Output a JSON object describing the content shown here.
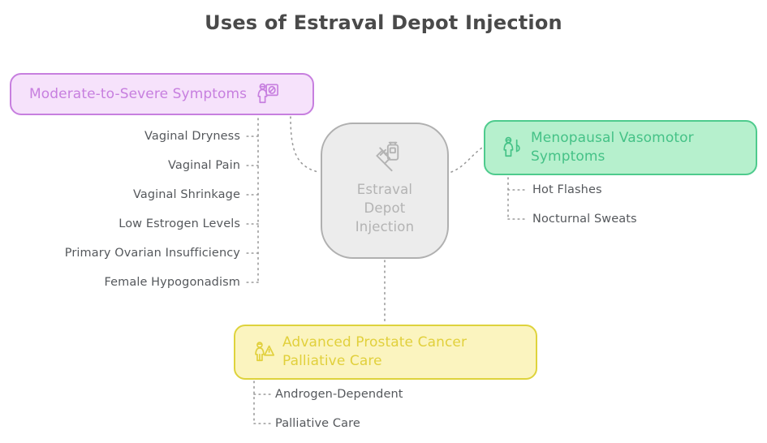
{
  "page": {
    "title": "Uses of Estraval Depot Injection",
    "background": "#ffffff"
  },
  "center": {
    "name": "Estraval Depot Injection",
    "line1": "Estraval",
    "line2": "Depot",
    "line3": "Injection",
    "icon": "syringe-vial-icon",
    "fill": "#ececec",
    "border": "#b0b0b0",
    "text_color": "#b3b3b3"
  },
  "branches": [
    {
      "id": "moderate-to-severe-symptoms",
      "label": "Moderate-to-Severe Symptoms",
      "icon": "person-screen-icon",
      "fill": "#f6e2fb",
      "border": "#c77fdf",
      "text_color": "#c77fdf",
      "items": [
        "Vaginal Dryness",
        "Vaginal Pain",
        "Vaginal Shrinkage",
        "Low Estrogen Levels",
        "Primary Ovarian Insufficiency",
        "Female Hypogonadism"
      ]
    },
    {
      "id": "menopausal-vasomotor-symptoms",
      "label": "Menopausal Vasomotor Symptoms",
      "icon": "person-thermometer-icon",
      "fill": "#b6f0cd",
      "border": "#4ecb8d",
      "text_color": "#45c287",
      "items": [
        "Hot Flashes",
        "Nocturnal Sweats"
      ]
    },
    {
      "id": "advanced-prostate-cancer-palliative-care",
      "label": "Advanced Prostate Cancer Palliative Care",
      "icon": "person-caution-icon",
      "fill": "#fbf4bf",
      "border": "#ded33c",
      "text_color": "#e1d03c",
      "items": [
        "Androgen-Dependent",
        "Palliative Care"
      ]
    }
  ],
  "connectors": {
    "style": "dotted",
    "color": "#9a9a9a"
  }
}
